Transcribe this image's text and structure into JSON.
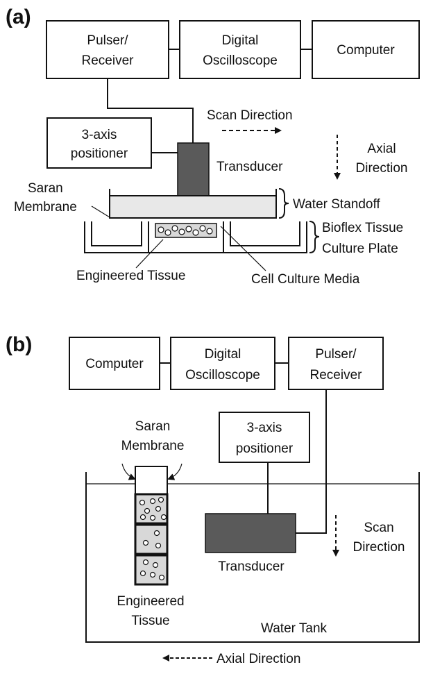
{
  "panel_a": {
    "tag": "(a)",
    "pulser": [
      "Pulser/",
      "Receiver"
    ],
    "oscilloscope": [
      "Digital",
      "Oscilloscope"
    ],
    "computer": "Computer",
    "scan_direction": "Scan Direction",
    "positioner": [
      "3-axis",
      "positioner"
    ],
    "axial": [
      "Axial",
      "Direction"
    ],
    "transducer": "Transducer",
    "saran": [
      "Saran",
      "Membrane"
    ],
    "water_standoff": "Water Standoff",
    "bioflex": [
      "Bioflex Tissue",
      "Culture Plate"
    ],
    "engineered_tissue": "Engineered Tissue",
    "cell_culture": "Cell Culture Media"
  },
  "panel_b": {
    "tag": "(b)",
    "computer": "Computer",
    "oscilloscope": [
      "Digital",
      "Oscilloscope"
    ],
    "pulser": [
      "Pulser/",
      "Receiver"
    ],
    "saran": [
      "Saran",
      "Membrane"
    ],
    "positioner": [
      "3-axis",
      "positioner"
    ],
    "scan": [
      "Scan",
      "Direction"
    ],
    "transducer": "Transducer",
    "engineered_tissue": [
      "Engineered",
      "Tissue"
    ],
    "water_tank": "Water Tank",
    "axial_direction": "Axial Direction"
  },
  "colors": {
    "transducer_fill": "#5a5a5a",
    "standoff_fill": "#e8e8e8",
    "tissue_fill": "#d8d8d8"
  }
}
